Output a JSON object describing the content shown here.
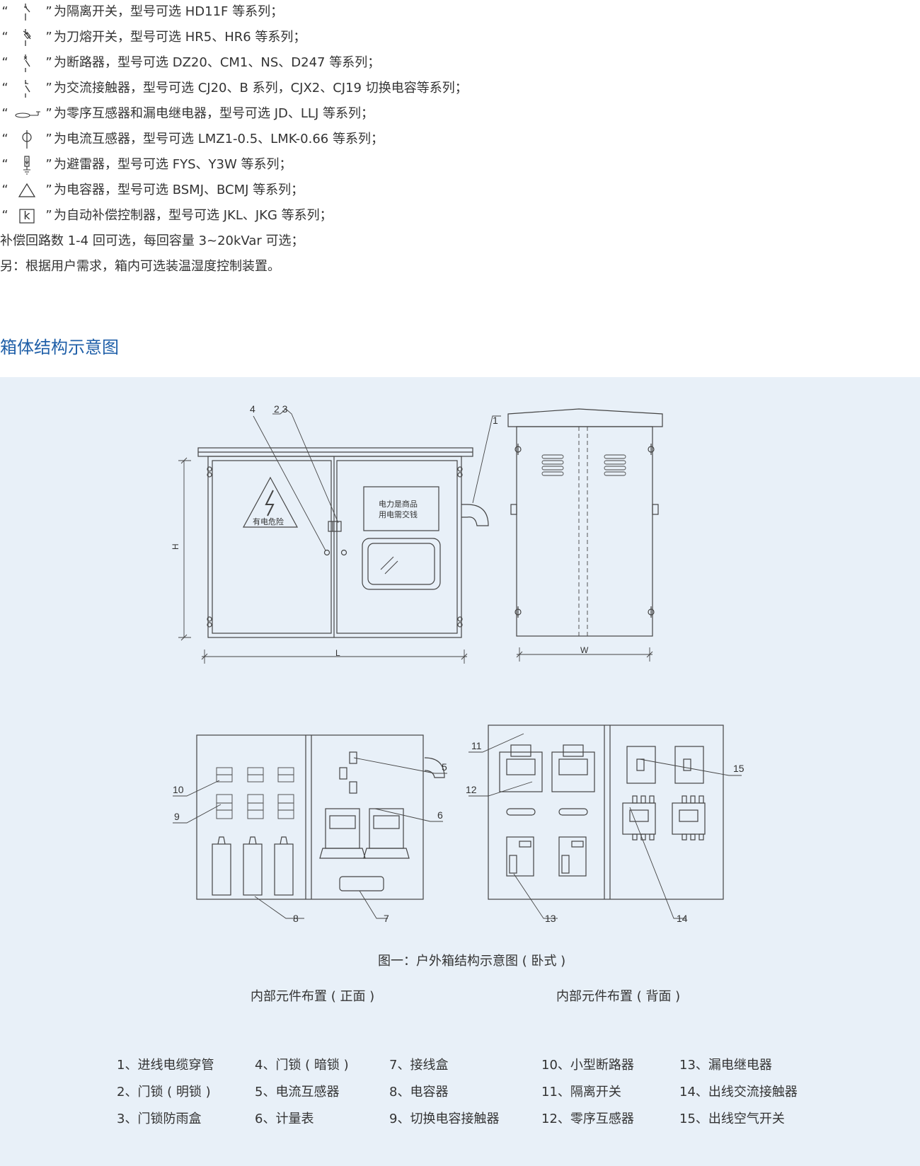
{
  "symbol_lines": [
    {
      "icon": "isolating-switch-icon",
      "text": "为隔离开关，型号可选 HD11F 等系列；"
    },
    {
      "icon": "fuse-switch-icon",
      "text": "为刀熔开关，型号可选 HR5、HR6 等系列；"
    },
    {
      "icon": "circuit-breaker-icon",
      "text": "为断路器，型号可选 DZ20、CM1、NS、D247 等系列；"
    },
    {
      "icon": "ac-contactor-icon",
      "text": "为交流接触器，型号可选 CJ20、B 系列，CJX2、CJ19 切换电容等系列；"
    },
    {
      "icon": "zero-sequence-transformer-icon",
      "text": "为零序互感器和漏电继电器，型号可选 JD、LLJ 等系列；"
    },
    {
      "icon": "current-transformer-icon",
      "text": "为电流互感器，型号可选 LMZ1-0.5、LMK-0.66 等系列；"
    },
    {
      "icon": "surge-arrester-icon",
      "text": "为避雷器，型号可选 FYS、Y3W 等系列；"
    },
    {
      "icon": "capacitor-icon",
      "text": "为电容器，型号可选 BSMJ、BCMJ 等系列；"
    },
    {
      "icon": "auto-compensation-controller-icon",
      "text": "为自动补偿控制器，型号可选 JKL、JKG 等系列；"
    }
  ],
  "quote_open": "“",
  "quote_close": "”",
  "controller_letter": "k",
  "note_lines": [
    "补偿回路数 1-4 回可选，每回容量 3~20kVar 可选；",
    "另：根据用户需求，箱内可选装温湿度控制装置。"
  ],
  "section_title": "箱体结构示意图",
  "colors": {
    "section_title": "#1f5fa8",
    "panel_bg": "#e8f0f8",
    "line": "#333333"
  },
  "drawing_labels": {
    "front_labels": [
      "4",
      "2 3",
      "1"
    ],
    "warning_text": "有电危险",
    "notice_line1": "电力是商品",
    "notice_line2": "用电需交钱",
    "dim_h": "H",
    "dim_l": "L",
    "dim_w": "W",
    "inner_front_labels": [
      "10",
      "9",
      "8",
      "7",
      "6",
      "5"
    ],
    "inner_back_labels": [
      "11",
      "12",
      "13",
      "14",
      "15"
    ]
  },
  "figure_caption": "图一：户外箱结构示意图 ( 卧式 )",
  "sub_caption_front": "内部元件布置 ( 正面 )",
  "sub_caption_back": "内部元件布置 ( 背面 )",
  "legend": [
    [
      "1、进线电缆穿管",
      "2、门锁 ( 明锁 )",
      "3、门锁防雨盒"
    ],
    [
      "4、门锁 ( 暗锁 )",
      "5、电流互感器",
      "6、计量表"
    ],
    [
      "7、接线盒",
      "8、电容器",
      "9、切换电容接触器"
    ],
    [
      "10、小型断路器",
      "11、隔离开关",
      "12、零序互感器"
    ],
    [
      "13、漏电继电器",
      "14、出线交流接触器",
      "15、出线空气开关"
    ]
  ]
}
